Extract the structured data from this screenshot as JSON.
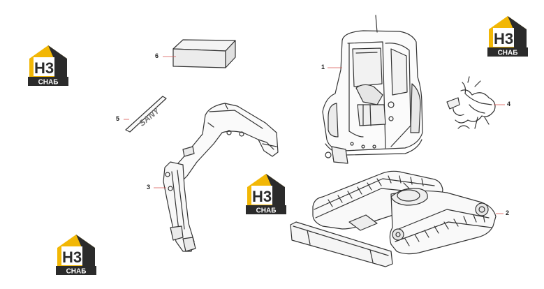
{
  "callouts": [
    {
      "id": "1",
      "label": "1"
    },
    {
      "id": "2",
      "label": "2"
    },
    {
      "id": "3",
      "label": "3"
    },
    {
      "id": "4",
      "label": "4"
    },
    {
      "id": "5",
      "label": "5"
    },
    {
      "id": "6",
      "label": "6"
    }
  ],
  "decal_text": "SANY",
  "watermark": {
    "letters": "H3",
    "word": "СНАБ",
    "accent": "#f2b705",
    "dark": "#2b2b2b"
  },
  "colors": {
    "line": "#333333",
    "leader": "#d9534f"
  }
}
